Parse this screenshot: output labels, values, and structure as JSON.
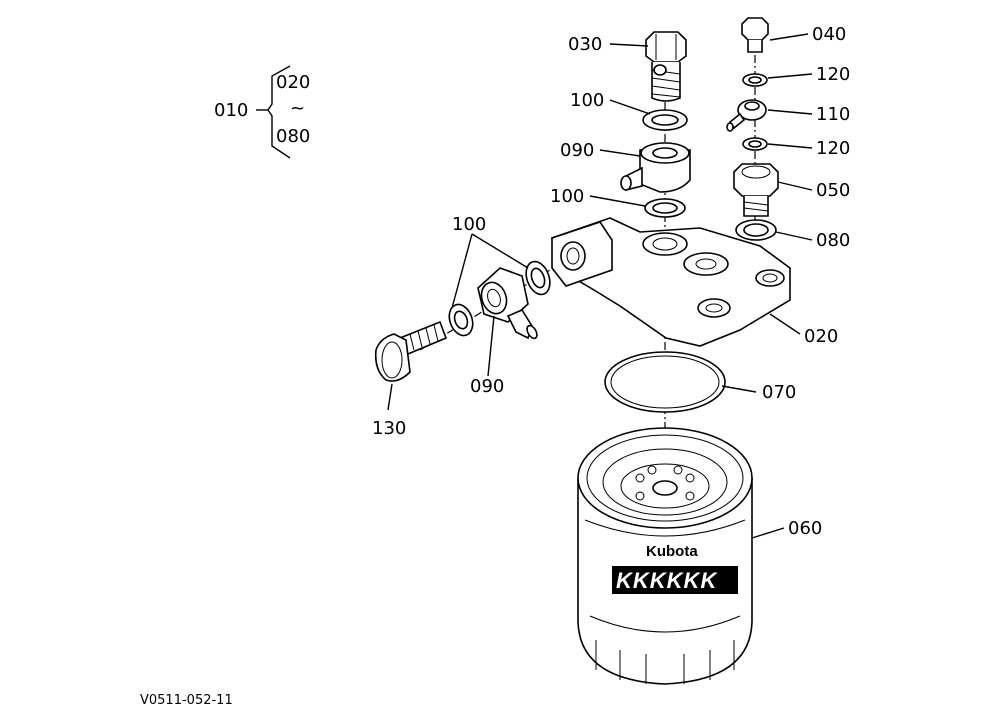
{
  "assembly_legend": {
    "parent": "010",
    "range_start": "020",
    "range_tilde": "~",
    "range_end": "080"
  },
  "callouts": {
    "c030": "030",
    "c040": "040",
    "c120a": "120",
    "c100a": "100",
    "c110": "110",
    "c090a": "090",
    "c120b": "120",
    "c050": "050",
    "c100b": "100",
    "c100c": "100",
    "c080": "080",
    "c020": "020",
    "c090b": "090",
    "c070": "070",
    "c130": "130",
    "c060": "060"
  },
  "filter_brand": "Kubota",
  "filter_band_text": "KKKKKK",
  "figure_code": "V0511-052-11"
}
